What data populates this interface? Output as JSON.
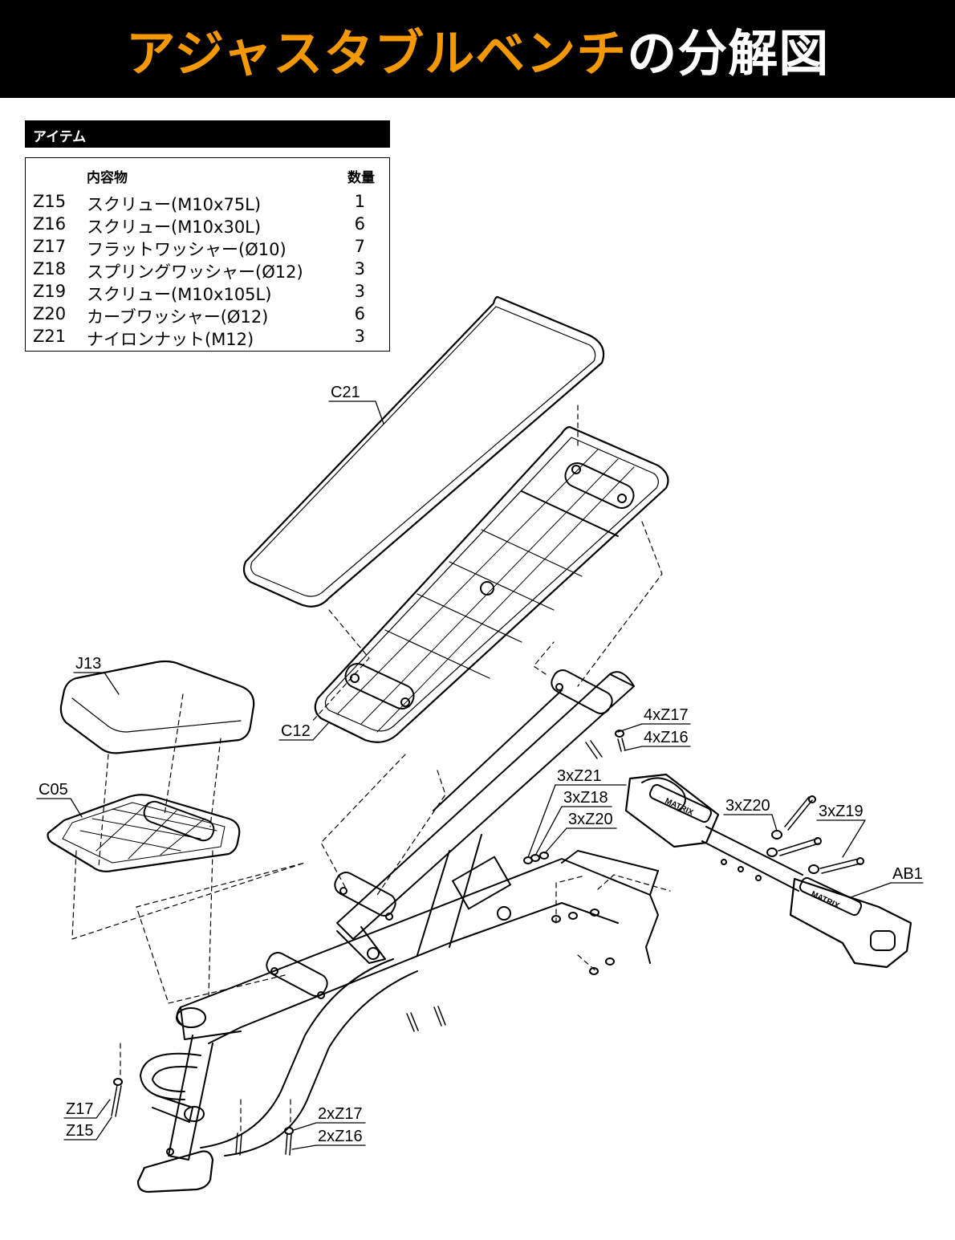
{
  "title": {
    "highlight": "アジャスタブルベンチ",
    "rest": "の分解図"
  },
  "items_header": "アイテム",
  "table": {
    "col_content": "内容物",
    "col_qty": "数量",
    "rows": [
      {
        "code": "Z15",
        "desc": "スクリュー(M10x75L)",
        "qty": "1"
      },
      {
        "code": "Z16",
        "desc": "スクリュー(M10x30L)",
        "qty": "6"
      },
      {
        "code": "Z17",
        "desc": "フラットワッシャー(Ø10)",
        "qty": "7"
      },
      {
        "code": "Z18",
        "desc": "スプリングワッシャー(Ø12)",
        "qty": "3"
      },
      {
        "code": "Z19",
        "desc": "スクリュー(M10x105L)",
        "qty": "3"
      },
      {
        "code": "Z20",
        "desc": "カーブワッシャー(Ø12)",
        "qty": "6"
      },
      {
        "code": "Z21",
        "desc": "ナイロンナット(M12)",
        "qty": "3"
      }
    ]
  },
  "callouts": {
    "c21": "C21",
    "c12": "C12",
    "j13": "J13",
    "c05": "C05",
    "ab1": "AB1",
    "z17_4": "4xZ17",
    "z16_4": "4xZ16",
    "z21_3": "3xZ21",
    "z18_3": "3xZ18",
    "z20_3a": "3xZ20",
    "z20_3b": "3xZ20",
    "z19_3": "3xZ19",
    "z17_1": "Z17",
    "z15_1": "Z15",
    "z17_2": "2xZ17",
    "z16_2": "2xZ16"
  },
  "logo_text": "MATRIX",
  "colors": {
    "accent": "#f39800",
    "banner": "#000000",
    "line": "#000000"
  }
}
